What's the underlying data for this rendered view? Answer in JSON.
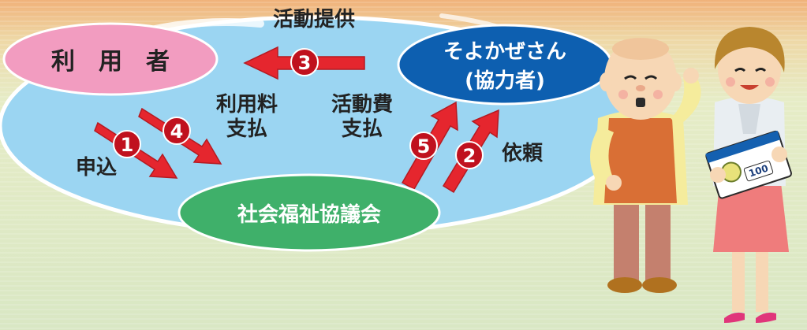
{
  "nodes": {
    "user": "利　用　者",
    "helper_line1": "そよかぜさん",
    "helper_line2": "(協力者)",
    "council": "社会福祉協議会"
  },
  "labels": {
    "activity_provide": "活動提供",
    "usage_fee": "利用料",
    "usage_fee_pay": "支払",
    "activity_cost": "活動費",
    "activity_cost_pay": "支払",
    "apply": "申込",
    "request": "依頼"
  },
  "steps": [
    "1",
    "2",
    "3",
    "4",
    "5"
  ],
  "banknote": "100",
  "colors": {
    "background": "#eef0c8",
    "top_band": "#f2a566",
    "bubble": "#8fd3f2",
    "user_node": "#f29cc0",
    "helper_node": "#0d5fb0",
    "council_node": "#3fb06a",
    "arrow": "#e5262e",
    "step_badge": "#c0111e"
  }
}
